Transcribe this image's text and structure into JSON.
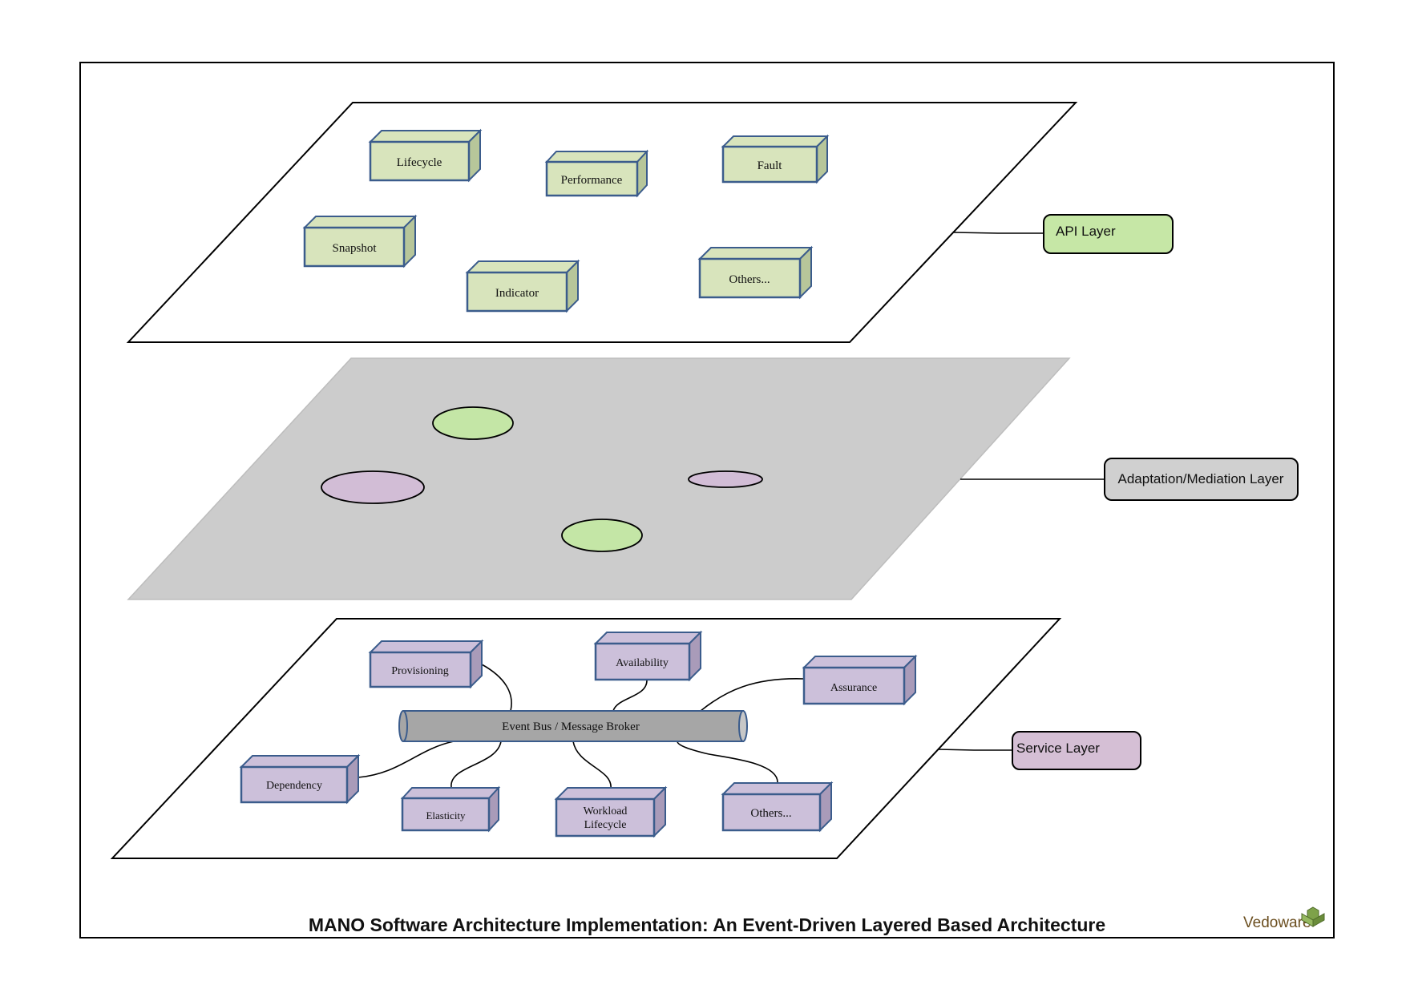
{
  "title": "MANO Software Architecture Implementation: An Event-Driven Layered Based Architecture",
  "brand": {
    "name": "Vedoware",
    "logo_icon": "cube-cluster-icon",
    "color": "#6b4e1f",
    "logo_color": "#7ea24a"
  },
  "colors": {
    "api_box_fill": "#d8e4bc",
    "api_box_side": "#b7c69a",
    "service_box_fill": "#ccc0da",
    "service_box_side": "#a99bb9",
    "box_stroke": "#3b5c8c",
    "mediation_plane": "#cccccc",
    "ellipse_green": "#c4e6a6",
    "ellipse_purple": "#d2bdd6",
    "bus_fill": "#a6a6a6"
  },
  "api_layer": {
    "label": "API Layer",
    "label_color": "#c6e7a6",
    "components": [
      "Lifecycle",
      "Performance",
      "Fault",
      "Snapshot",
      "Indicator",
      "Others..."
    ]
  },
  "mediation_layer": {
    "label": "Adaptation/Mediation Layer",
    "label_color": "#d0d0d0"
  },
  "service_layer": {
    "label": "Service Layer",
    "label_color": "#d5bfd5",
    "bus": "Event Bus / Message Broker",
    "components": [
      "Provisioning",
      "Availability",
      "Assurance",
      "Dependency",
      "Elasticity",
      "Workload",
      "Lifecycle",
      "Others..."
    ]
  }
}
